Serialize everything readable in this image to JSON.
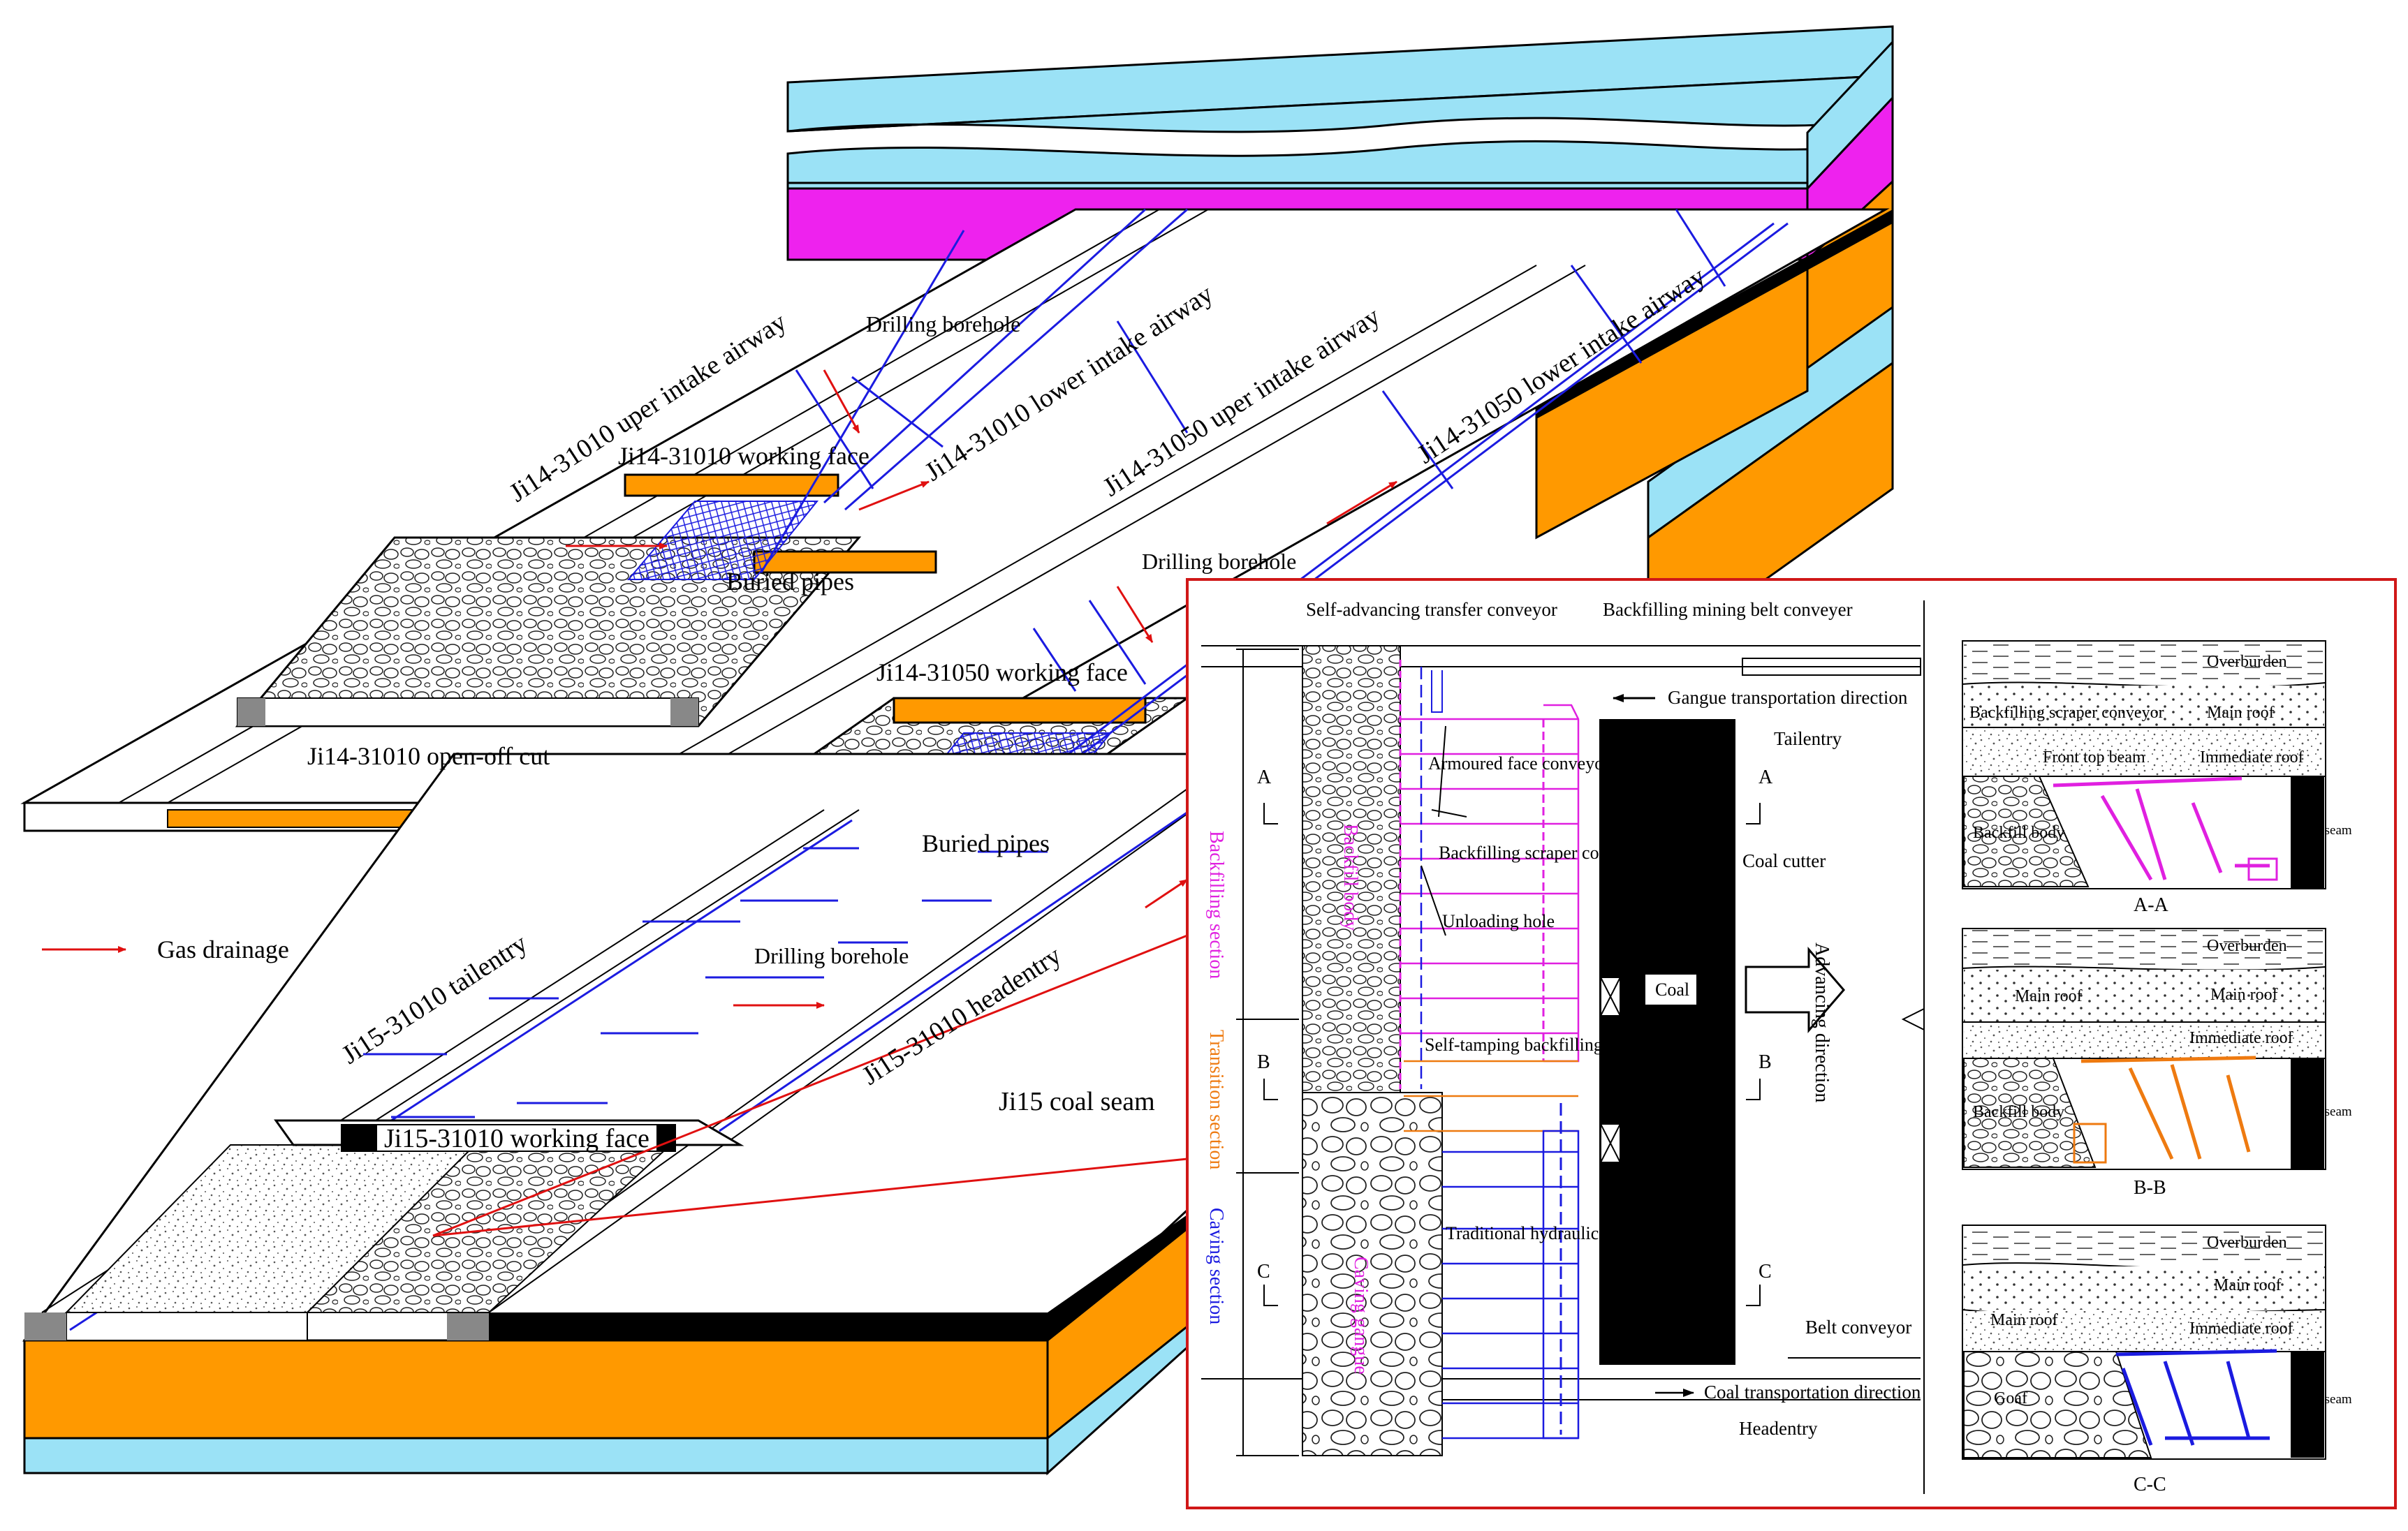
{
  "colors": {
    "sky_layer": "#9be2f6",
    "magenta_layer": "#ee22ee",
    "orange_layer": "#ff9900",
    "coal_black": "#000000",
    "borehole_blue": "#1b1be0",
    "gas_arrow_red": "#e01010",
    "inset_border": "#d01818",
    "backfill_magenta": "#e020e0",
    "transition_orange": "#ee7a10"
  },
  "legend": {
    "gas_drainage": "Gas drainage"
  },
  "block_labels": {
    "upper_intake_31010": "Ji14-31010 uper intake airway",
    "lower_intake_31010": "Ji14-31010 lower intake airway",
    "upper_intake_31050": "Ji14-31050 uper intake airway",
    "lower_intake_31050": "Ji14-31050 lower intake airway",
    "drilling_borehole_1": "Drilling borehole",
    "drilling_borehole_2": "Drilling borehole",
    "drilling_borehole_3": "Drilling borehole",
    "working_face_31010_j14": "Ji14-31010 working face",
    "buried_pipes_1": "Buried pipes",
    "buried_pipes_2": "Buried pipes",
    "open_off_cut": "Ji14-31010 open-off cut",
    "working_face_31050": "Ji14-31050 working face",
    "tailentry_j15": "Ji15-31010 tailentry",
    "headentry_j15": "Ji15-31010 headentry",
    "coal_seam_j15": "Ji15 coal seam",
    "working_face_j15": "Ji15-31010 working face"
  },
  "inset": {
    "self_advancing_conveyor": "Self-advancing transfer conveyor",
    "belt_conveyer": "Backfilling mining belt conveyer",
    "gangue_direction": "Gangue transportation direction",
    "tailentry": "Tailentry",
    "armoured_face_conveyor": "Armoured face conveyor",
    "backfilling_scraper_conveyor": "Backfilling scraper conveyor",
    "unloading_hole": "Unloading hole",
    "backfill_body": "Backfill body",
    "coal_cutter": "Coal cutter",
    "coal": "Coal",
    "advancing_direction": "Advancing direction",
    "self_tamping_support": "Self-tamping backfilling hydraulic support",
    "traditional_support": "Traditional hydraulic support",
    "caving_gangue": "Caving gangue",
    "belt_conveyor": "Belt conveyor",
    "coal_direction": "Coal transportation direction",
    "headentry": "Headentry",
    "backfilling_section": "Backfilling section",
    "transition_section": "Transition section",
    "caving_section": "Caving section",
    "marker_a": "A",
    "marker_b": "B",
    "marker_c": "C"
  },
  "sections": {
    "aa": {
      "title": "A-A",
      "overburden": "Overburden",
      "scraper": "Backfilling scraper conveyor",
      "main_roof": "Main roof",
      "front_top_beam": "Front top beam",
      "immediate_roof": "Immediate roof",
      "backfill_body": "Backfill body",
      "coal_seam": "Coal seam"
    },
    "bb": {
      "title": "B-B",
      "overburden": "Overburden",
      "main_roof_left": "Main roof",
      "main_roof_right": "Main roof",
      "immediate_roof": "Immediate roof",
      "backfill_body": "Backfill body",
      "coal_seam": "Coal seam"
    },
    "cc": {
      "title": "C-C",
      "overburden": "Overburden",
      "main_roof_right": "Main roof",
      "main_roof_left": "Main roof",
      "immediate_roof": "Immediate roof",
      "goaf": "Goaf",
      "coal_seam": "Coal seam"
    }
  }
}
